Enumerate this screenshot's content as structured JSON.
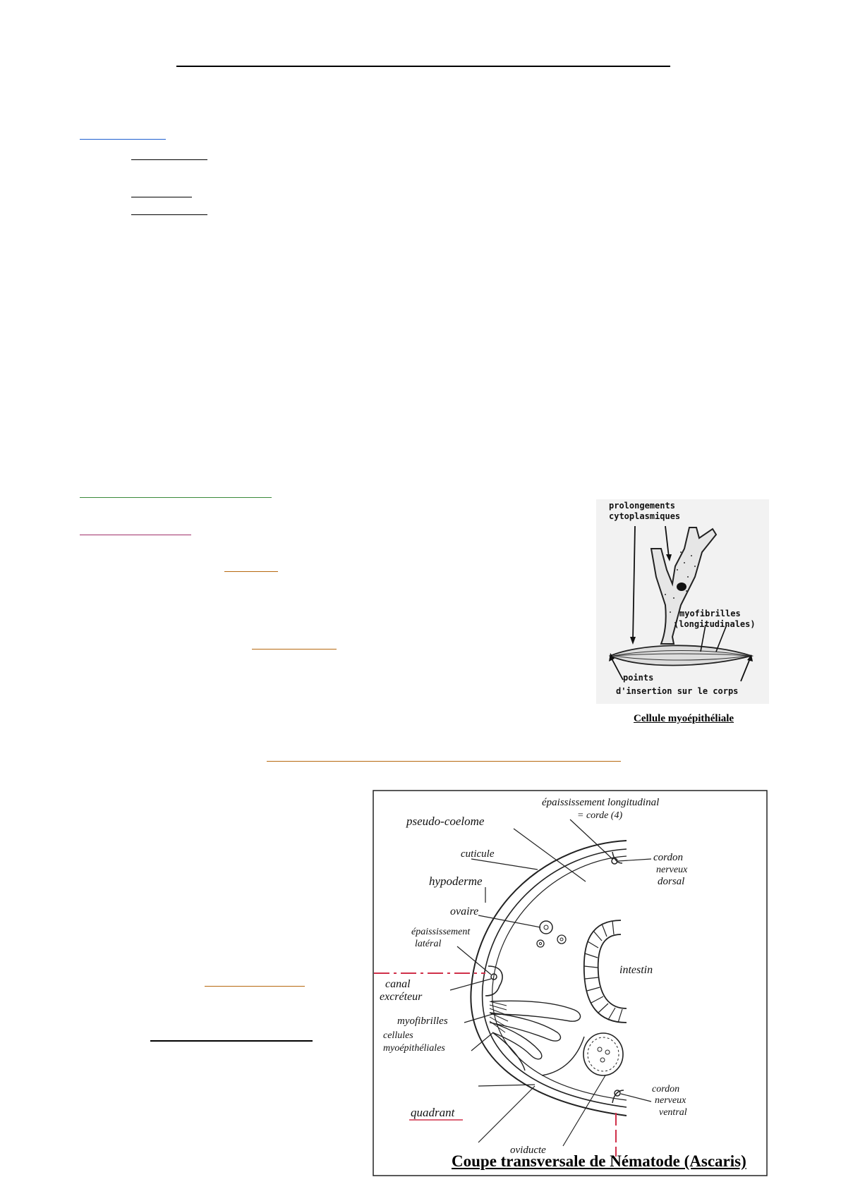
{
  "page": {
    "rule_colors": {
      "title": "#000000",
      "blue": "#1f5fd0",
      "green": "#3a8a3a",
      "rose": "#a0306a",
      "orange": "#b7690f",
      "red_dash": "#d0304a"
    }
  },
  "figure_myoepithelial": {
    "caption": "Cellule myoépithéliale",
    "labels": {
      "prolongements": "prolongements",
      "cytoplasmiques": "cytoplasmiques",
      "myofibrilles": "myofibrilles",
      "longitudinales": "(longitudinales)",
      "points": "points",
      "insertion": "d'insertion sur le corps"
    }
  },
  "figure_nematode": {
    "caption": "Coupe transversale de Nématode (Ascaris)",
    "labels": {
      "epaississement_longitudinal": "épaississement longitudinal",
      "corde": "= corde (4)",
      "pseudocoelome": "pseudo-coelome",
      "cuticule": "cuticule",
      "cordon_dorsal_1": "cordon",
      "cordon_dorsal_2": "nerveux",
      "cordon_dorsal_3": "dorsal",
      "hypoderme": "hypoderme",
      "ovaire": "ovaire",
      "epaississement_lateral_1": "épaississement",
      "epaississement_lateral_2": "latéral",
      "intestin": "intestin",
      "canal_1": "canal",
      "canal_2": "excréteur",
      "myofibrilles": "myofibrilles",
      "cellules_1": "cellules",
      "cellules_2": "myoépithéliales",
      "cordon_ventral_1": "cordon",
      "cordon_ventral_2": "nerveux",
      "cordon_ventral_3": "ventral",
      "quadrant": "quadrant",
      "oviducte": "oviducte"
    }
  }
}
